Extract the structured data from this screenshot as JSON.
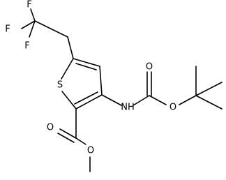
{
  "molecule": {
    "atoms": {
      "f1": "F",
      "f2": "F",
      "f3": "F",
      "s": "S",
      "nh": "NH",
      "o_carbamate_carbonyl": "O",
      "o_carbamate_ether": "O",
      "o_ester_carbonyl": "O",
      "o_ester_ether": "O"
    }
  }
}
